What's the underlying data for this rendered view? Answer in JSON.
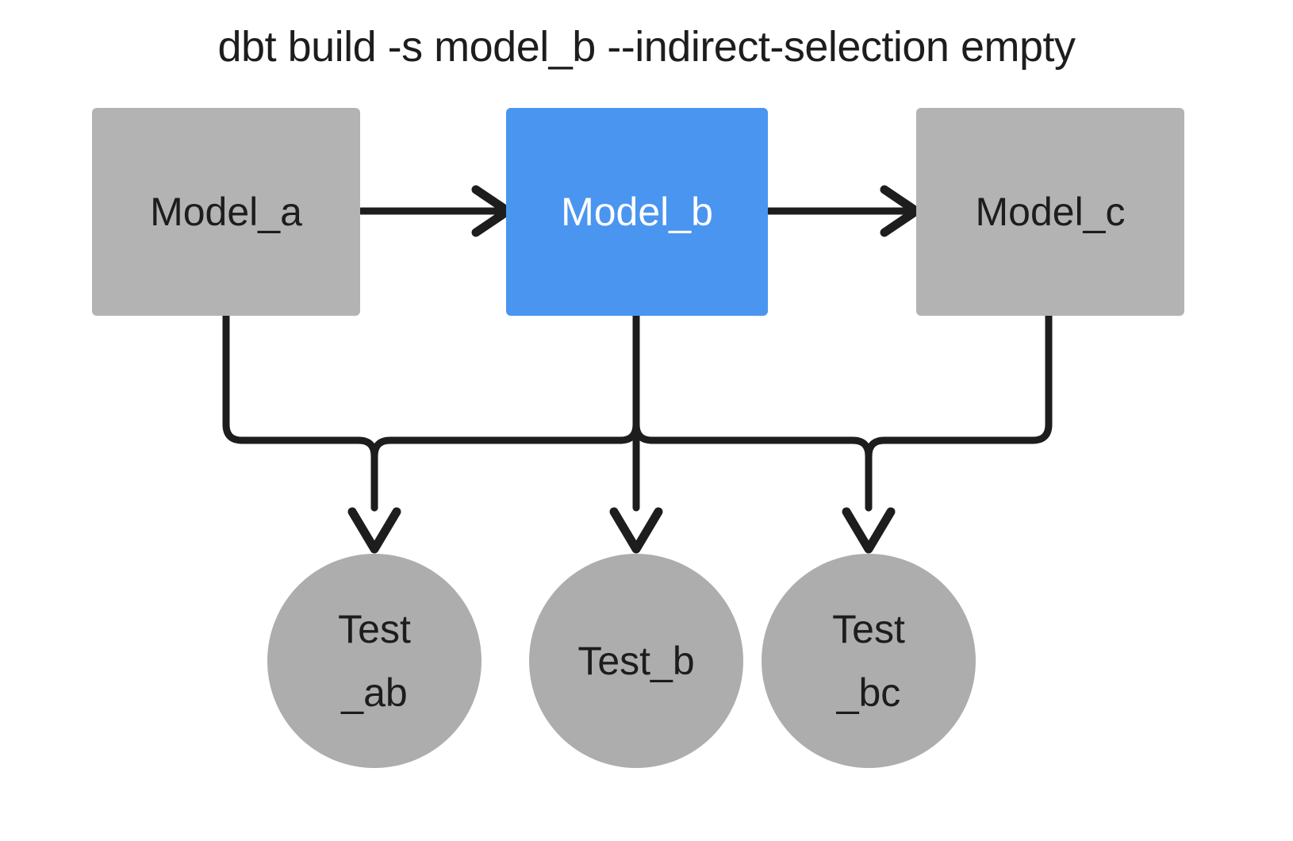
{
  "title": "dbt build -s model_b --indirect-selection empty",
  "colors": {
    "selected_node": "#4a95f0",
    "unselected_node": "#b3b3b3",
    "test_node": "#adadad",
    "edge": "#1d1d1d",
    "text_dark": "#1d1d1d",
    "text_light": "#ffffff",
    "background": "#ffffff"
  },
  "models": [
    {
      "id": "model_a",
      "label": "Model_a",
      "state": "unselected"
    },
    {
      "id": "model_b",
      "label": "Model_b",
      "state": "selected"
    },
    {
      "id": "model_c",
      "label": "Model_c",
      "state": "unselected"
    }
  ],
  "tests": [
    {
      "id": "test_ab",
      "line1": "Test",
      "line2": "_ab",
      "state": "unselected"
    },
    {
      "id": "test_b",
      "line1": "Test_b",
      "line2": "",
      "state": "unselected"
    },
    {
      "id": "test_bc",
      "line1": "Test",
      "line2": "_bc",
      "state": "unselected"
    }
  ],
  "edges": [
    {
      "from": "model_a",
      "to": "model_b",
      "kind": "horizontal"
    },
    {
      "from": "model_b",
      "to": "model_c",
      "kind": "horizontal"
    },
    {
      "from": "model_a",
      "to": "test_ab",
      "kind": "orthogonal"
    },
    {
      "from": "model_b",
      "to": "test_ab",
      "kind": "orthogonal"
    },
    {
      "from": "model_b",
      "to": "test_b",
      "kind": "vertical"
    },
    {
      "from": "model_b",
      "to": "test_bc",
      "kind": "orthogonal"
    },
    {
      "from": "model_c",
      "to": "test_bc",
      "kind": "orthogonal"
    }
  ]
}
